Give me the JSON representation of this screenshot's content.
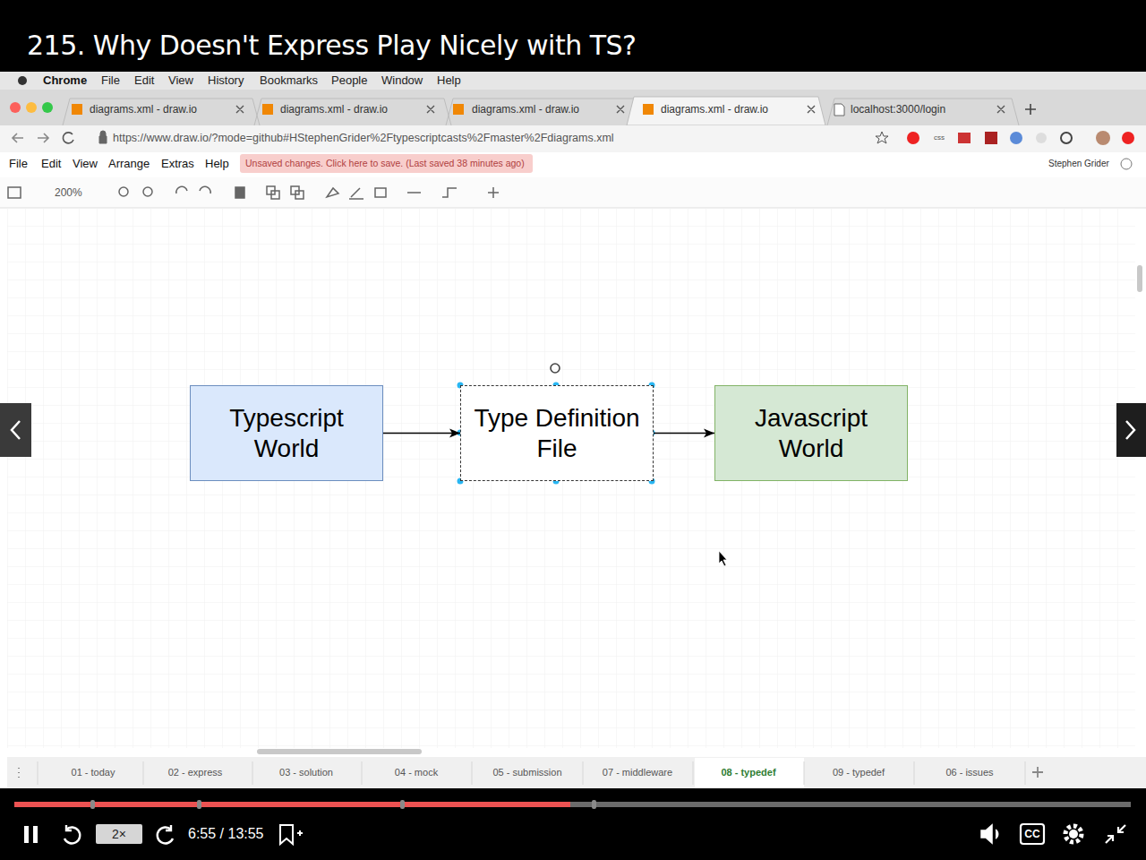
{
  "diagram": {
    "title": "215. Why Doesn't Express Play Nicely with TS?",
    "nodes": [
      {
        "text": [
          "Typescript World"
        ]
      },
      {
        "text": [
          "Type Definition File"
        ]
      },
      {
        "text": [
          "Javascript World"
        ]
      }
    ],
    "edges": [
      {
        "from": 0,
        "to": 1,
        "arrow": "to"
      },
      {
        "from": 1,
        "to": 2,
        "arrow": "to"
      }
    ],
    "labels": [
      "Chrome",
      "File",
      "Edit",
      "View",
      "History",
      "Bookmarks",
      "People",
      "Window",
      "Help",
      "diagrams.xml - draw.io",
      "diagrams.xml - draw.io",
      "diagrams.xml - draw.io",
      "diagrams.xml - draw.io",
      "localhost:3000/login",
      "https://www.draw.io/?mode=github#HStephenGrider%2Ftypescriptcasts%2Fmaster%2Fdiagrams.xml",
      "css",
      "File",
      "Edit",
      "View",
      "Arrange",
      "Extras",
      "Help",
      "Unsaved changes. Click here to save. (Last saved 38 minutes ago)",
      "Stephen Grider",
      "200%",
      "01 - today",
      "02 - express",
      "03 - solution",
      "04 - mock",
      "05 - submission",
      "07 - middleware",
      "08 - typedef",
      "09 - typedef",
      "06 - issues",
      "2×",
      "6:55 / 13:55",
      "CC"
    ]
  }
}
